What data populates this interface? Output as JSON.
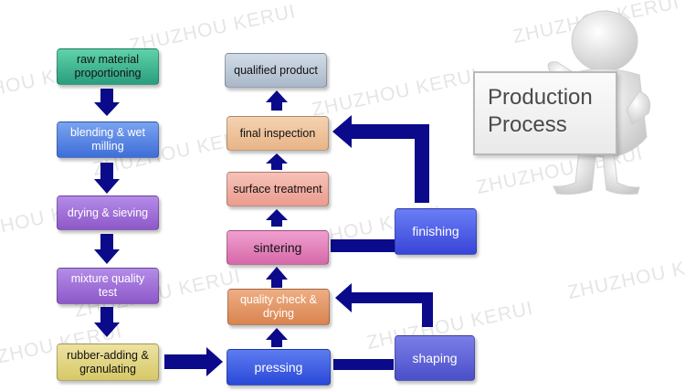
{
  "watermark": "ZHUZHOU KERUI",
  "board": {
    "line1": "Production",
    "line2": "Process"
  },
  "steps": {
    "raw_material": "raw material proportioning",
    "blending": "blending & wet milling",
    "drying_sieving": "drying & sieving",
    "mixture_test": "mixture quality test",
    "rubber_adding": "rubber-adding & granulating",
    "pressing": "pressing",
    "quality_check": "quality check & drying",
    "sintering": "sintering",
    "surface_treatment": "surface treatment",
    "final_inspection": "final inspection",
    "qualified_product": "qualified product",
    "shaping": "shaping",
    "finishing": "finishing"
  },
  "colors": {
    "arrow": "#0a0a8a",
    "teal": "#2a9d7f",
    "blue": "#3e6ed8",
    "purple": "#8e58c8",
    "olive": "#d6c867",
    "royal": "#2a49d8",
    "copper": "#d9844f",
    "pink": "#d669a8",
    "salmon": "#eb9c8e",
    "tan": "#e8b487",
    "grey": "#a9b7c8",
    "indigo": "#4b4fc8"
  }
}
